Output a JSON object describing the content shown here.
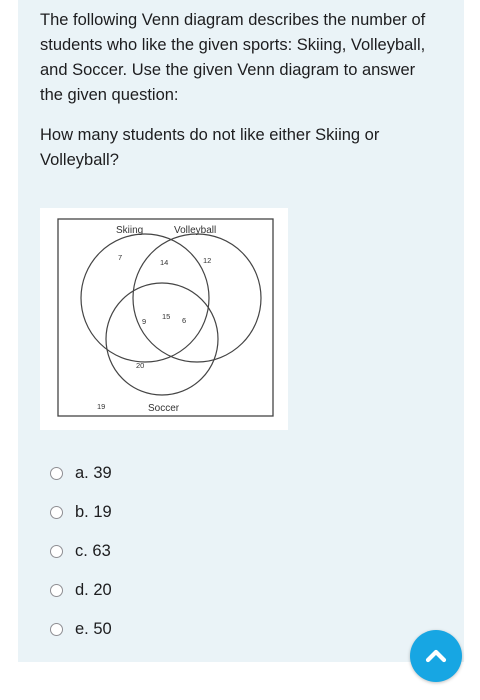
{
  "question": {
    "intro": "The following Venn diagram describes the number of students who like the given sports:  Skiing, Volleyball, and Soccer.  Use the given Venn diagram to answer the given question:",
    "prompt": "How many students do not like either Skiing or Volleyball?"
  },
  "venn": {
    "sets": {
      "skiing": "Skiing",
      "volleyball": "Volleyball",
      "soccer": "Soccer"
    },
    "regions": {
      "skiing_only": "7",
      "skiing_volleyball_only": "14",
      "volleyball_only": "12",
      "all_three": "15",
      "skiing_soccer_only": "9",
      "volleyball_soccer_only": "6",
      "soccer_only": "20",
      "outside": "19"
    }
  },
  "options": [
    {
      "label": "a. 39"
    },
    {
      "label": "b. 19"
    },
    {
      "label": "c. 63"
    },
    {
      "label": "d. 20"
    },
    {
      "label": "e. 50"
    }
  ],
  "scroll_top": {
    "icon": "chevron-up-icon"
  },
  "colors": {
    "accent": "#17a6e3",
    "card_background": "#eaf3f7"
  }
}
